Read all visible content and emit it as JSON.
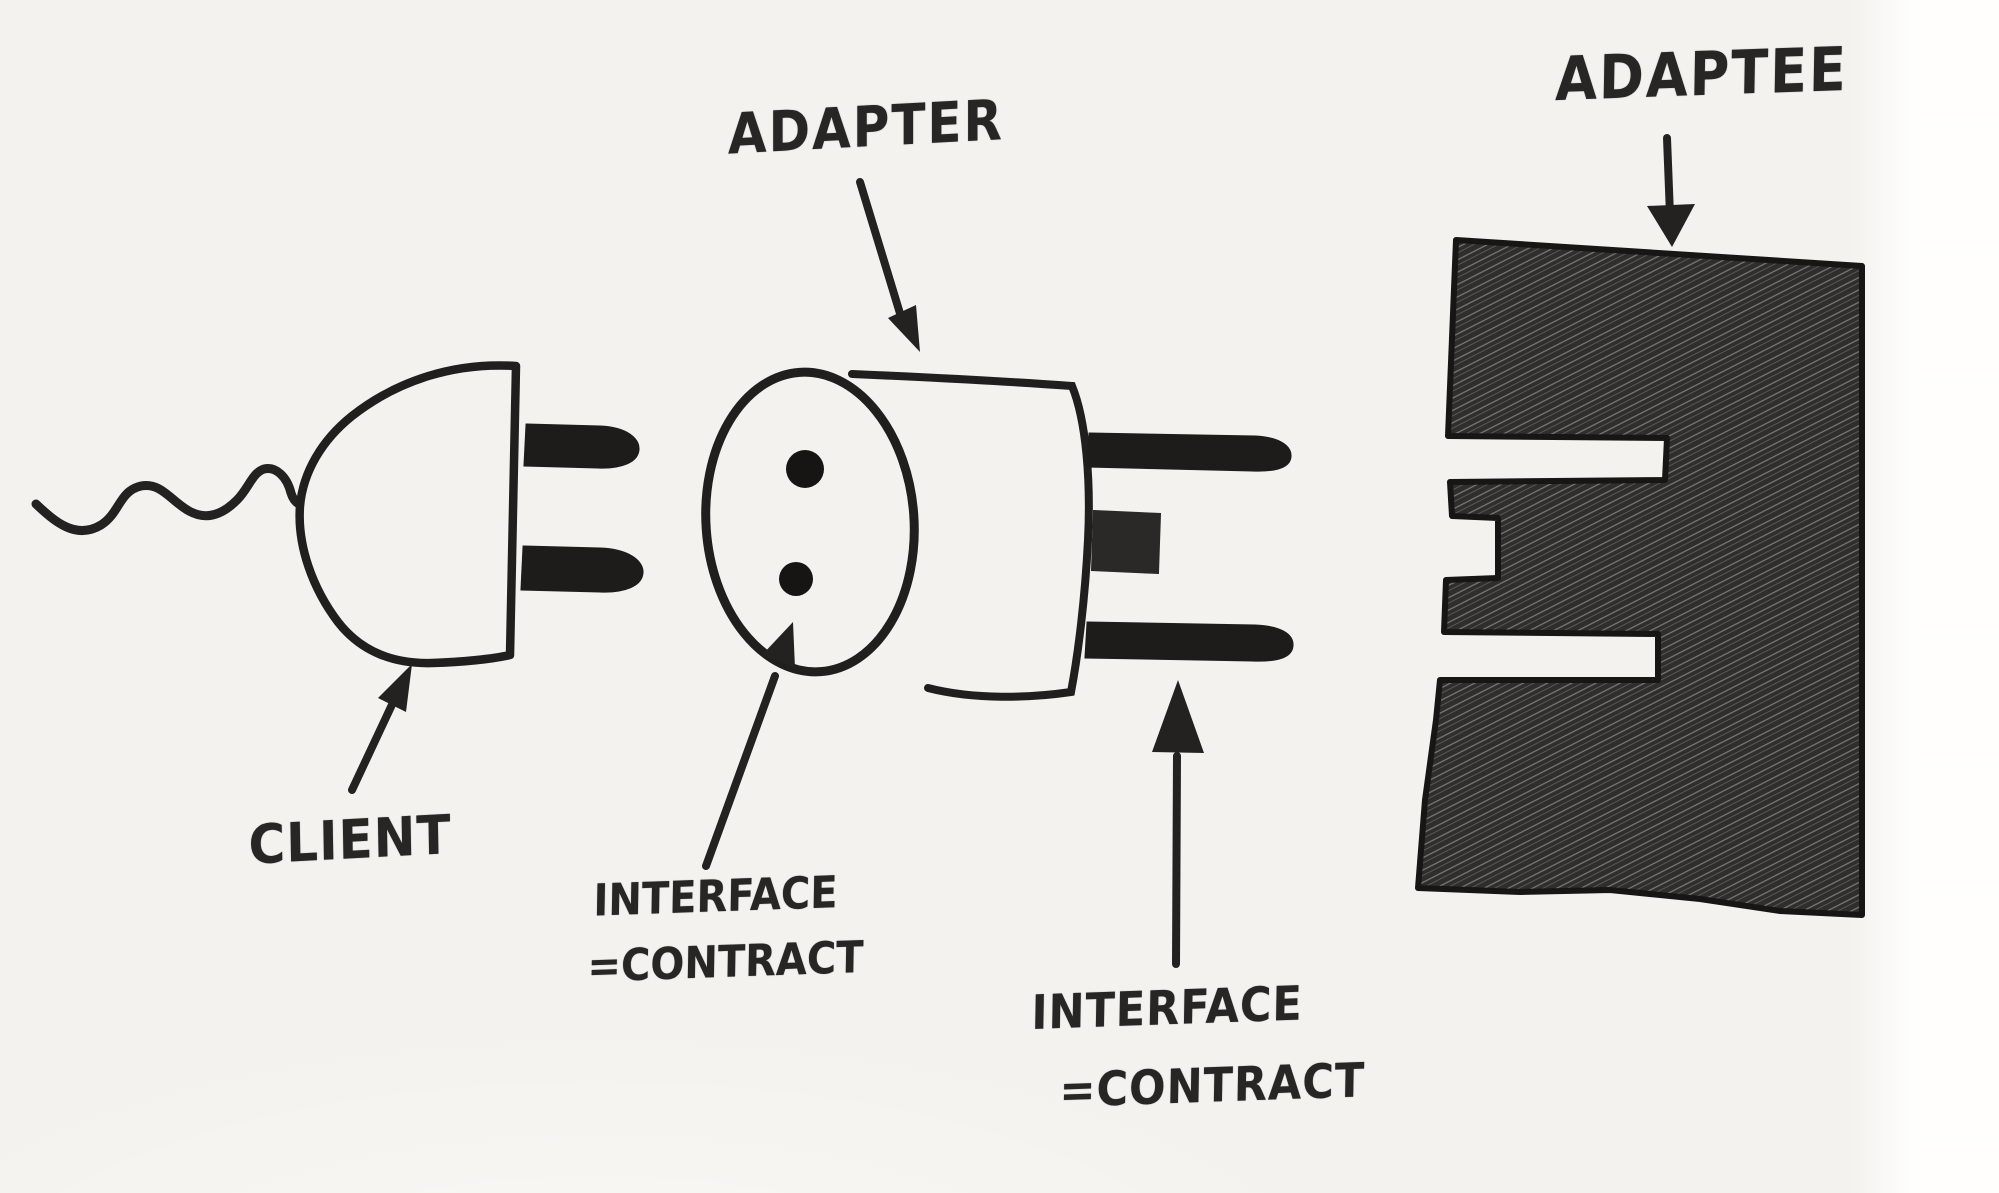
{
  "labels": {
    "client": "CLIENT",
    "adapter": "ADAPTER",
    "adaptee": "ADAPTEE",
    "interface_left": {
      "line1": "INTERFACE",
      "line2": "=CONTRACT"
    },
    "interface_right": {
      "line1": "INTERFACE",
      "line2": "=CONTRACT"
    }
  },
  "colors": {
    "ink": "#242321",
    "paper": "#f4f2ee",
    "hatch_base": "#2f2e2c",
    "hatch_streak": "#b9b5ac"
  }
}
